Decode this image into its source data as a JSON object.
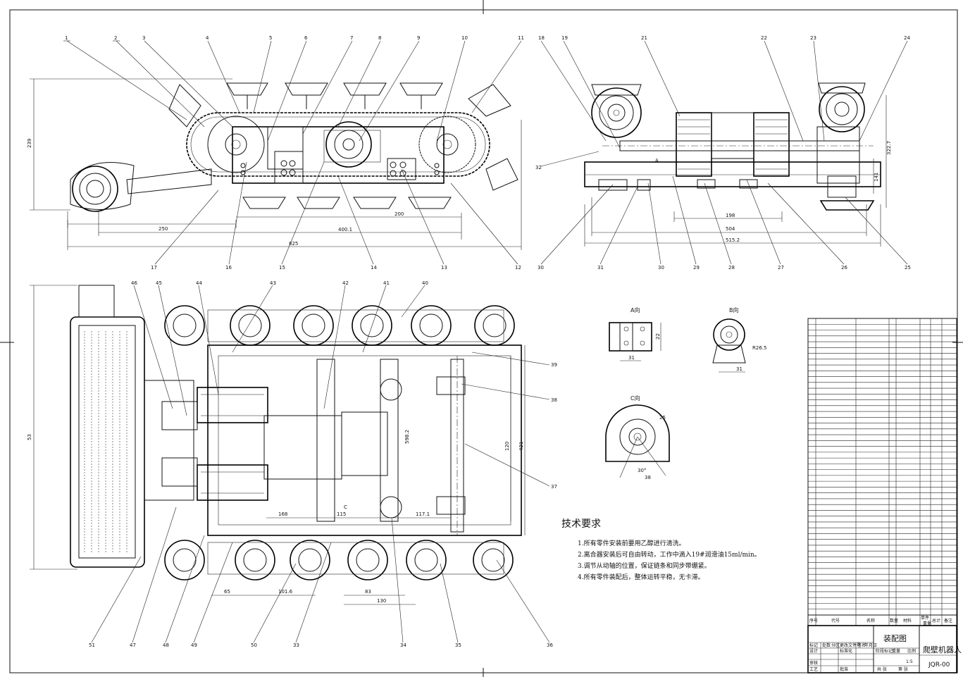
{
  "drawing": {
    "balloons_top_left": [
      "1",
      "2",
      "3",
      "4",
      "5",
      "6",
      "7",
      "8",
      "9",
      "10",
      "11"
    ],
    "balloons_bottom_left": [
      "17",
      "16",
      "15",
      "14",
      "13",
      "12"
    ],
    "balloons_top_right": [
      "18",
      "19",
      "21",
      "22",
      "23",
      "24"
    ],
    "balloons_right_side": [
      "32"
    ],
    "balloons_bottom_right": [
      "30",
      "31",
      "30",
      "29",
      "28",
      "27",
      "26",
      "25"
    ],
    "balloons_plan_top": [
      "46",
      "45",
      "44",
      "43",
      "42",
      "41",
      "40"
    ],
    "balloons_plan_right": [
      "39",
      "38",
      "37",
      "36"
    ],
    "balloons_plan_bottom": [
      "51",
      "47",
      "48",
      "49",
      "50",
      "33",
      "34",
      "35",
      "36"
    ],
    "dims_front": [
      "250",
      "200",
      "400.1",
      "825",
      "239"
    ],
    "dims_side": [
      "198",
      "504",
      "515.2",
      "141",
      "322.7"
    ],
    "dims_plan": [
      "168",
      "115",
      "117.1",
      "65",
      "101.6",
      "83",
      "130",
      "120",
      "421",
      "598.2",
      "53"
    ],
    "view_labels": [
      "A向",
      "B向",
      "C向"
    ],
    "section_marks": [
      "A",
      "C"
    ],
    "view_a_dims": [
      "31",
      "22"
    ],
    "view_b_dims": [
      "31",
      "R26.5"
    ],
    "view_c_dims": [
      "30°",
      "38",
      "25"
    ]
  },
  "requirements": {
    "title": "技术要求",
    "items": [
      "1.所有零件安装前要用乙醇进行清洗。",
      "2.离合器安装后可自由转动，工作中滴入19#润滑油15ml/min。",
      "3.调节从动轴的位置，保证链条和同步带绷紧。",
      "4.所有零件装配后，整体运转平稳，无卡滞。"
    ]
  },
  "bom": {
    "header": [
      "序号",
      "代号",
      "名称",
      "数量",
      "材料",
      "单件",
      "总计",
      "备注"
    ],
    "weight_header": "重量"
  },
  "title_block": {
    "drawing_type": "装配图",
    "product_name": "爬壁机器人",
    "drawing_code": "JQR-00",
    "scale": "1:5",
    "labels": [
      "标记",
      "处数",
      "分区",
      "更改文件号",
      "签名",
      "年月日",
      "设计",
      "标准化",
      "审核",
      "工艺",
      "批准",
      "阶段标记",
      "重量",
      "比例",
      "共 张",
      "第 张"
    ]
  }
}
